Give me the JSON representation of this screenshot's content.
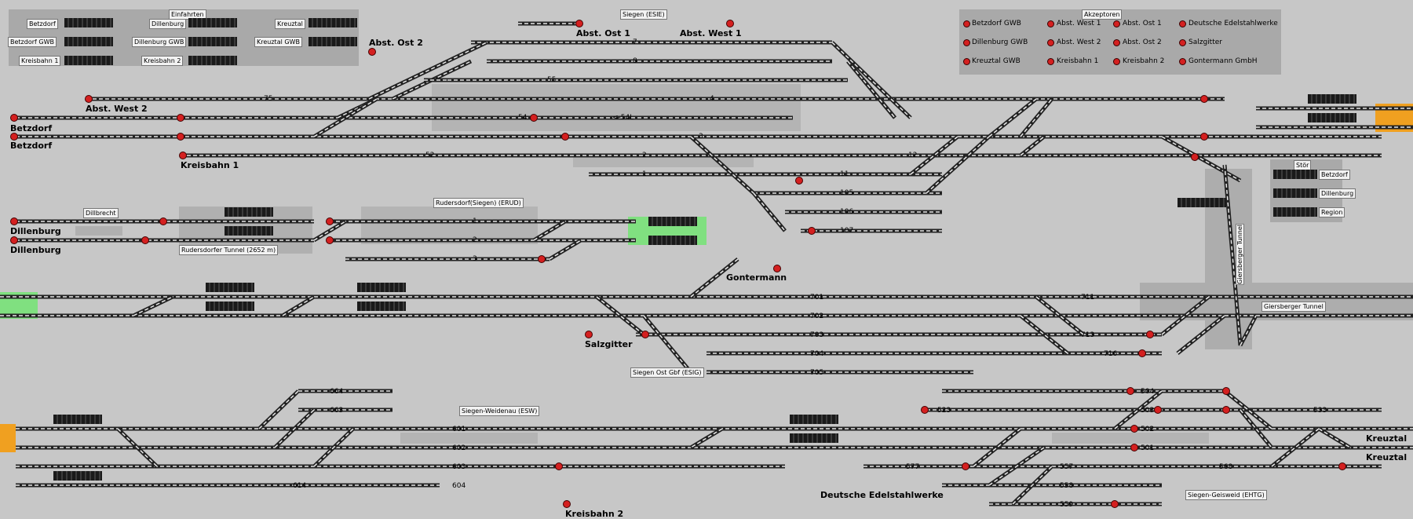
{
  "einfahrten": {
    "title": "Einfahrten",
    "items": [
      "Betzdorf",
      "Dillenburg",
      "Kreuztal",
      "Betzdorf GWB",
      "Dillenburg GWB",
      "Kreuztal GWB",
      "Kreisbahn 1",
      "Kreisbahn 2"
    ]
  },
  "akzeptoren": {
    "title": "Akzeptoren",
    "items": [
      "Betzdorf GWB",
      "Abst. West 1",
      "Abst. Ost 1",
      "Deutsche Edelstahlwerke",
      "Dillenburg GWB",
      "Abst. West 2",
      "Abst. Ost 2",
      "Salzgitter",
      "Kreuztal GWB",
      "Kreisbahn 1",
      "Kreisbahn 2",
      "Gontermann GmbH"
    ]
  },
  "stoerung": {
    "title": "Stör",
    "items": [
      "Betzdorf",
      "Dillenburg",
      "Region"
    ]
  },
  "stations": {
    "siegen": "Siegen (ESIE)",
    "ruder": "Rudersdorf(Siegen) (ERUD)",
    "dillbrecht": "Dillbrecht",
    "ruder_tunnel": "Rudersdorfer Tunnel (2652 m)",
    "ost_gbf": "Siegen Ost Gbf (ESIG)",
    "weidenau": "Siegen-Weidenau (ESW)",
    "geisweid": "Siegen-Geisweid (EHTG)",
    "giers_tunnel": "Giersberger Tunnel",
    "giers_tunnel2": "Giersberger Tunnel"
  },
  "places": {
    "abst_ost2": "Abst. Ost 2",
    "abst_ost1": "Abst. Ost 1",
    "abst_west1": "Abst. West 1",
    "abst_west2": "Abst. West 2",
    "betzdorf1": "Betzdorf",
    "betzdorf2": "Betzdorf",
    "kreisbahn1": "Kreisbahn 1",
    "dillenburg1": "Dillenburg",
    "dillenburg2": "Dillenburg",
    "gontermann": "Gontermann",
    "salzgitter": "Salzgitter",
    "dew": "Deutsche Edelstahlwerke",
    "kreisbahn2": "Kreisbahn 2",
    "kreuztal1": "Kreuztal",
    "kreuztal2": "Kreuztal"
  },
  "track_numbers": {
    "t7": "7",
    "t8": "8",
    "t55": "55",
    "t4": "4",
    "t75": "75",
    "t54": "54",
    "t54l": "<-54L",
    "t3": "3",
    "t52": "52",
    "t2": "2",
    "t12": "12",
    "t1a": "1",
    "t11": "11",
    "t105": "105",
    "t106": "106",
    "t107": "107",
    "t1": "1",
    "t2r": "2",
    "t3r": "3",
    "t701": "701",
    "t702": "702",
    "t703": "703",
    "t704": "704",
    "t705": "705",
    "t711": "711",
    "t713": "713",
    "t716": "716",
    "t664": "664",
    "t663": "663",
    "t601": "601",
    "t602": "602",
    "t603": "603",
    "t604": "604",
    "t614": "614",
    "t504": "504",
    "t523": "523",
    "t503": "503",
    "t502": "502",
    "t501": "501",
    "t533": "533",
    "t577": "577",
    "t557": "557",
    "t558": "558",
    "t559": "559",
    "t568": "568"
  },
  "colors": {
    "background": "#c7c7c7",
    "panel": "#a9a9a9",
    "signal_red": "#d42020",
    "occupied_green": "#80e080",
    "occupied_orange": "#f0a020"
  }
}
